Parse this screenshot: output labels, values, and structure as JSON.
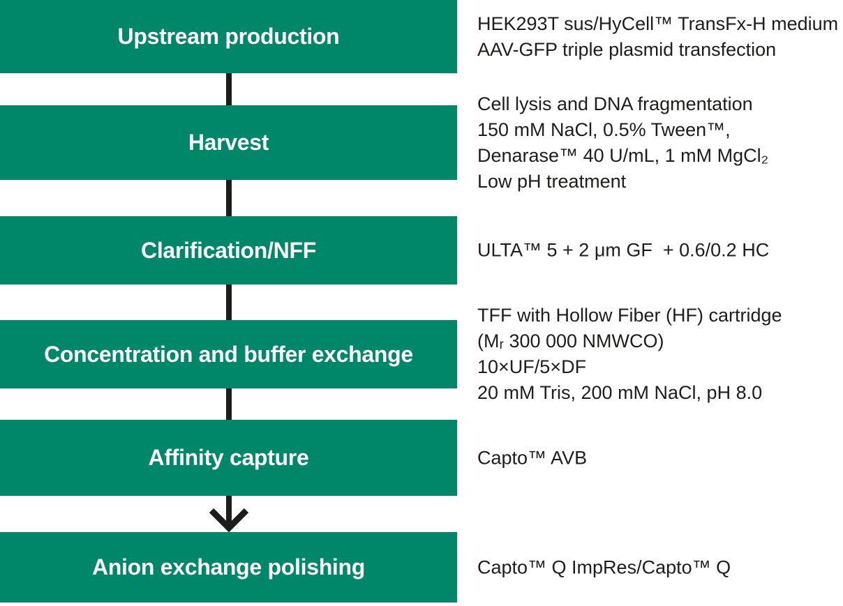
{
  "colors": {
    "step_box": "#008769",
    "step_label": "#ffffff",
    "annotation": "#1d1d1b",
    "connector": "#1d1d1b",
    "background": "#ffffff"
  },
  "steps": [
    {
      "label": "Upstream production",
      "annotation": [
        "HEK293T sus/HyCell™ TransFx-H medium",
        "AAV-GFP triple plasmid transfection"
      ],
      "connector_to_next": "line"
    },
    {
      "label": "Harvest",
      "annotation": [
        "Cell lysis and DNA fragmentation",
        "150 mM NaCl, 0.5% Tween™,",
        "Denarase™ 40 U/mL, 1 mM MgCl₂",
        "Low pH treatment"
      ],
      "connector_to_next": "line"
    },
    {
      "label": "Clarification/NFF",
      "annotation": [
        "ULTA™ 5 + 2 μm GF  + 0.6/0.2 HC"
      ],
      "connector_to_next": "line"
    },
    {
      "label": "Concentration and buffer exchange",
      "annotation": [
        "TFF with Hollow Fiber (HF) cartridge",
        "(Mᵣ 300 000 NMWCO)",
        "10×UF/5×DF",
        "20 mM Tris, 200 mM NaCl, pH 8.0"
      ],
      "connector_to_next": "line"
    },
    {
      "label": "Affinity capture",
      "annotation": [
        "Capto™ AVB"
      ],
      "connector_to_next": "arrow"
    },
    {
      "label": "Anion exchange polishing",
      "annotation": [
        "Capto™ Q ImpRes/Capto™ Q"
      ],
      "connector_to_next": "none"
    }
  ]
}
